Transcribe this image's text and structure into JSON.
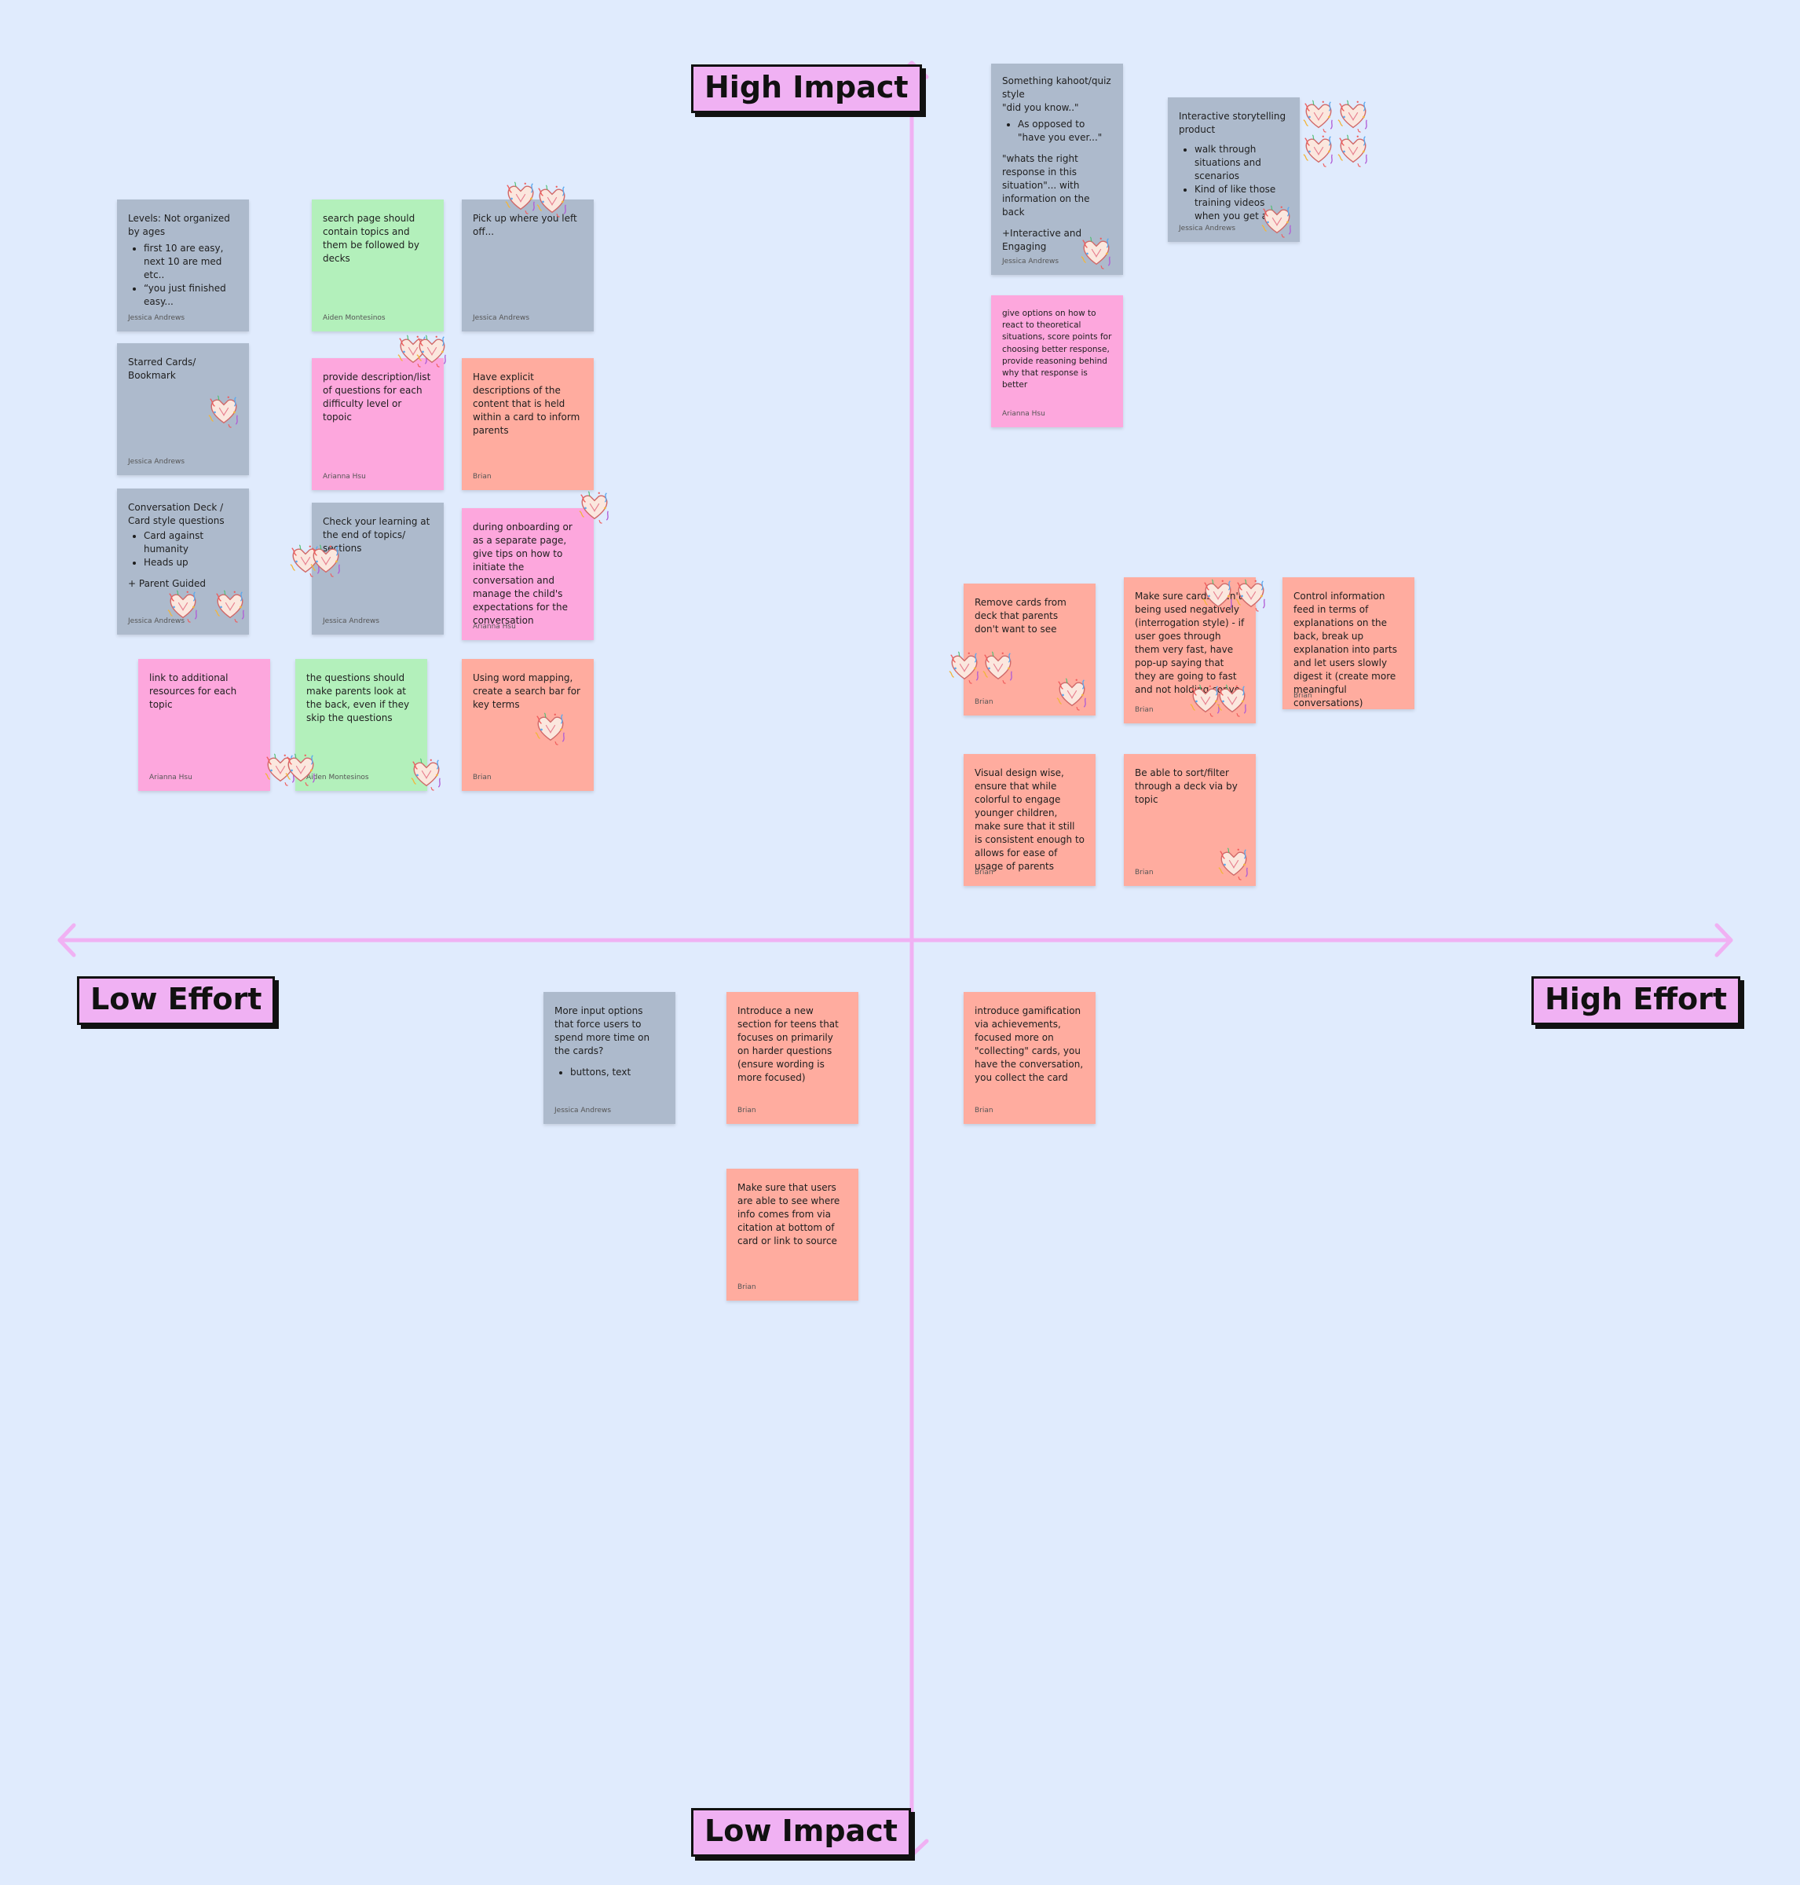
{
  "axis_labels": {
    "high_impact": "High Impact",
    "low_impact": "Low Impact",
    "low_effort": "Low Effort",
    "high_effort": "High Effort"
  },
  "colors": {
    "background": "#e0ebfd",
    "axis": "#f0b1f3",
    "note_gray": "#adbacc",
    "note_green": "#b3f0bb",
    "note_pink": "#fda7dd",
    "note_salmon": "#ffac9f"
  },
  "sticker_icon": "heart-confetti-sticker",
  "notes": [
    {
      "title": "Levels: Not organized by ages",
      "bullets": [
        "first 10 are easy, next 10 are med etc..",
        "“you just finished easy..."
      ],
      "author": "Jessica Andrews"
    },
    {
      "title": "search page should contain topics and them be followed by decks",
      "author": "Aiden Montesinos"
    },
    {
      "title": "Pick up where you left off...",
      "author": "Jessica Andrews"
    },
    {
      "title": "Starred Cards/ Bookmark",
      "author": "Jessica Andrews"
    },
    {
      "title": "provide description/list of questions for each difficulty level or topoic",
      "author": "Arianna Hsu"
    },
    {
      "title": "Have explicit descriptions of the content that is held within a card to inform parents",
      "author": "Brian"
    },
    {
      "title": "Conversation Deck / Card style questions",
      "bullets": [
        "Card against humanity",
        "Heads up"
      ],
      "after": "+ Parent Guided",
      "author": "Jessica Andrews"
    },
    {
      "title": "Check your learning at the end of topics/ sections",
      "author": "Jessica Andrews"
    },
    {
      "title": "during onboarding or as a separate page, give tips on how to initiate the conversation and manage the child's expectations for the conversation",
      "author": "Arianna Hsu"
    },
    {
      "title": "link to additional resources for each topic",
      "author": "Arianna Hsu"
    },
    {
      "title": "the questions should make parents look at the back, even if they skip the questions",
      "author": "Aiden Montesinos"
    },
    {
      "title": "Using word mapping, create a search bar for key terms",
      "author": "Brian"
    },
    {
      "title": "Something kahoot/quiz style\n\"did you know..\"",
      "bullets": [
        "As opposed to \"have you ever...\""
      ],
      "after": "\"whats the right response in this situation\"... with information on the back",
      "after2": "+Interactive and Engaging",
      "author": "Jessica Andrews"
    },
    {
      "title": "Interactive storytelling product",
      "bullets": [
        "walk through situations and scenarios",
        "Kind of like those training videos when you get a job"
      ],
      "author": "Jessica Andrews"
    },
    {
      "title": "give options on how to react to theoretical situations, score points for choosing better response, provide reasoning behind why that response is better",
      "author": "Arianna Hsu"
    },
    {
      "title": "Remove cards from deck that parents don't want to see",
      "author": "Brian"
    },
    {
      "title": "Make sure cards aren't being used negatively (interrogation style) - if user goes through them very fast, have pop-up saying that they are going to fast and not holding convo",
      "author": "Brian"
    },
    {
      "title": "Control information feed in terms of explanations on the back, break up explanation into parts and let users slowly digest it (create more meaningful conversations)",
      "author": "Brian"
    },
    {
      "title": "Visual design wise, ensure that while colorful to engage younger children, make sure that it still is consistent enough to allows for ease of usage of parents",
      "author": "Brian"
    },
    {
      "title": "Be able to sort/filter through a deck via by topic",
      "author": "Brian"
    },
    {
      "title": "More input options that force users to spend more time on the cards?",
      "bullets": [
        "buttons, text"
      ],
      "author": "Jessica Andrews"
    },
    {
      "title": "Introduce a new section for teens that focuses on primarily on harder questions (ensure wording is more focused)",
      "author": "Brian"
    },
    {
      "title": "introduce gamification via achievements, focused more on \"collecting\" cards, you have the conversation, you collect the card",
      "author": "Brian"
    },
    {
      "title": "Make sure that users are able to see where info comes from via citation at bottom of card or link to source",
      "author": "Brian"
    }
  ]
}
